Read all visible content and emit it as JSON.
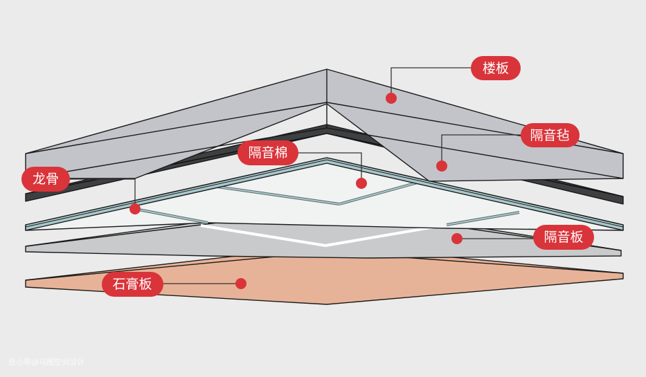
{
  "title": "吊顶隔音层结构示意",
  "colors": {
    "background": "#ebebeb",
    "label_red": "#d9343a",
    "floor_slab": "#c3c4ca",
    "felt": "#3e3f41",
    "keel": "#a9c7cb",
    "panel": "#c9cacc",
    "gypsum": "#e7b398"
  },
  "labels": {
    "floor_slab": "楼板",
    "sound_felt": "隔音毡",
    "sound_cotton": "隔音棉",
    "keel": "龙骨",
    "sound_board": "隔音板",
    "gypsum_board": "石膏板"
  },
  "watermark": "住小帮@马图空间设计"
}
